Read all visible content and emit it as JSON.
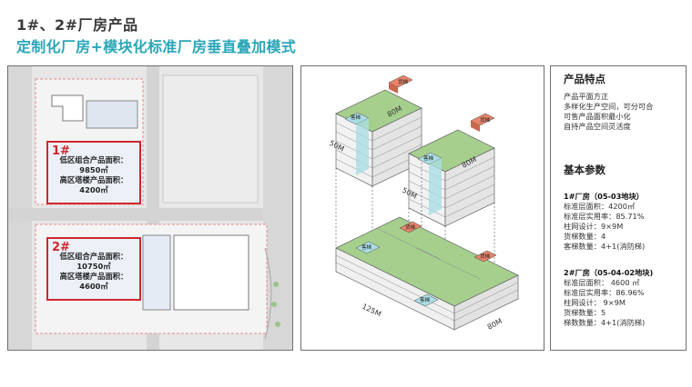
{
  "header": {
    "title": "1#、2#厂房产品",
    "subtitle": "定制化厂房+模块化标准厂房垂直叠加模式"
  },
  "site_plan": {
    "plot1": {
      "number": "1#",
      "line1": "低区组合产品面积：",
      "line2": "9850㎡",
      "line3": "高区塔楼产品面积：",
      "line4": "4200㎡"
    },
    "plot2": {
      "number": "2#",
      "line1": "低区组合产品面积：",
      "line2": "10750㎡",
      "line3": "高区塔楼产品面积：",
      "line4": "4600㎡"
    }
  },
  "axonometric": {
    "tower_label": "货梯",
    "core_label": "客梯",
    "dim_50m": "50M",
    "dim_80m": "80M",
    "dim_125m": "125M"
  },
  "info": {
    "features_title": "产品特点",
    "features": [
      "产品平面方正",
      "多样化生产空间，可分可合",
      "可售产品面积最小化",
      "自持产品空间灵活度"
    ],
    "params_title": "基本参数",
    "b1_title": "1#厂房（05-03地块）",
    "b1_lines": [
      "标准层面积：4200㎡",
      "标准层实用率：85.71%",
      "柱网设计：9×9M",
      "货梯数量：4",
      "客梯数量：4+1(消防梯)"
    ],
    "b2_title": "2#厂房（05-04-02地块)",
    "b2_lines": [
      "标准层面积：  4600 ㎡",
      "标准层实用率：86.96%",
      "柱网设计：  9×9M",
      "货梯数量：5",
      "梯数数量：4+1(消防梯)"
    ]
  },
  "colors": {
    "accent": "#2aa6b8",
    "highlight": "#d0262d",
    "roof": "#a6cf8e",
    "core": "#a9dde4",
    "lift": "#e8846a"
  }
}
